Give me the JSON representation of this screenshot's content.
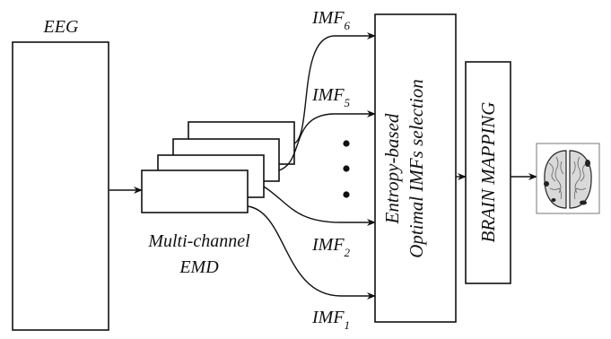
{
  "eeg": {
    "label": "EEG"
  },
  "emd": {
    "line1": "Multi-channel",
    "line2": "EMD"
  },
  "imfs": {
    "imf6": {
      "base": "IMF",
      "sub": "6"
    },
    "imf5": {
      "base": "IMF",
      "sub": "5"
    },
    "imf2": {
      "base": "IMF",
      "sub": "2"
    },
    "imf1": {
      "base": "IMF",
      "sub": "1"
    }
  },
  "selection": {
    "line1": "Entropy-based",
    "line2": "Optimal IMFs selection"
  },
  "mapping": {
    "label": "BRAIN MAPPING"
  },
  "colors": {
    "ink": "#111111",
    "signal": "#8a8a8a",
    "brain_fill": "#d9d9d9",
    "brain_spot": "#222222"
  },
  "icons": {
    "brain": "brain-map-icon",
    "ellipsis": "vertical-ellipsis-icon"
  }
}
